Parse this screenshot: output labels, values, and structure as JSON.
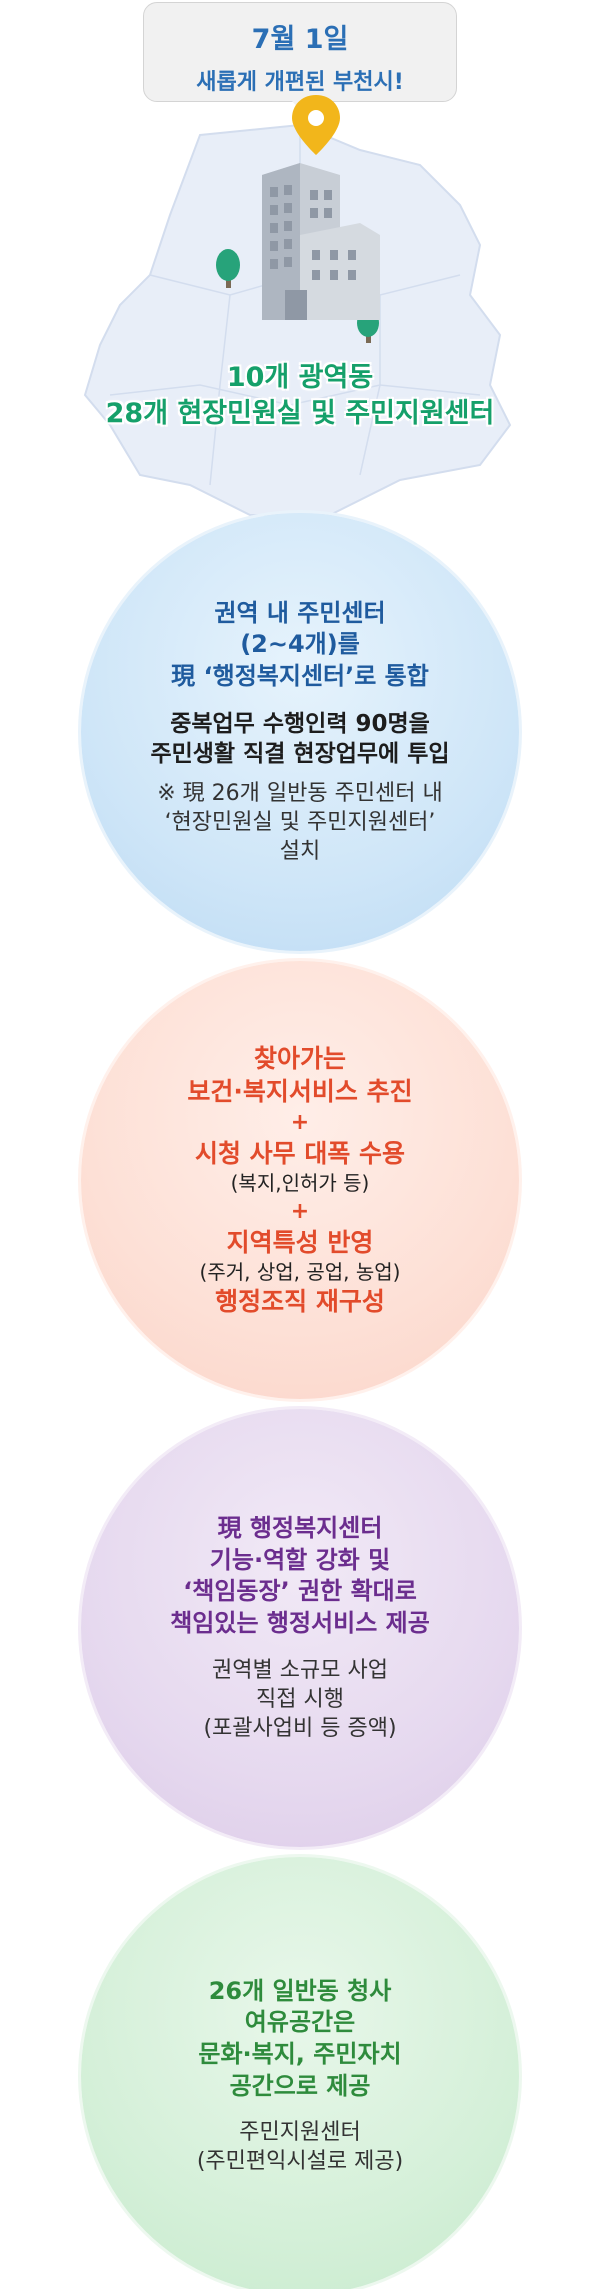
{
  "header": {
    "date": "7월 1일",
    "subtitle": "새롭게 개편된 부천시!"
  },
  "map": {
    "title_line1": "10개 광역동",
    "title_line2": "28개 현장민원실 및 주민지원센터",
    "colors": {
      "map_fill": "#e8eef8",
      "building": "#b8bfc9",
      "pin": "#f2b61b",
      "tree": "#27a37a",
      "title": "#15a06a"
    },
    "icons": [
      "location-pin-icon",
      "building-icon",
      "tree-icon"
    ]
  },
  "circle1": {
    "heading1": "권역 내 주민센터",
    "heading2": "(2~4개)를",
    "heading3": "現 ‘행정복지센터’로 통합",
    "body1": "중복업무 수행인력 90명을",
    "body2": "주민생활 직결 현장업무에 투입",
    "note1": "※ 現 26개 일반동 주민센터 내",
    "note2": "‘현장민원실 및 주민지원센터’",
    "note3": "설치"
  },
  "circle2": {
    "line1": "찾아가는",
    "line2": "보건·복지서비스 추진",
    "plus1": "+",
    "line3": "시청 사무 대폭 수용",
    "sub1": "(복지,인허가 등)",
    "plus2": "+",
    "line4": "지역특성 반영",
    "sub2": "(주거, 상업, 공업, 농업)",
    "line5": "행정조직 재구성"
  },
  "circle3": {
    "line1": "現 행정복지센터",
    "line2": "기능·역할 강화 및",
    "line3": "‘책임동장’ 권한 확대로",
    "line4": "책임있는 행정서비스 제공",
    "body1": "권역별 소규모 사업",
    "body2": "직접 시행",
    "body3": "(포괄사업비 등 증액)"
  },
  "circle4": {
    "line1": "26개 일반동 청사",
    "line2": "여유공간은",
    "line3": "문화·복지, 주민자치",
    "line4": "공간으로 제공",
    "body1": "주민지원센터",
    "body2": "(주민편익시설로 제공)"
  }
}
